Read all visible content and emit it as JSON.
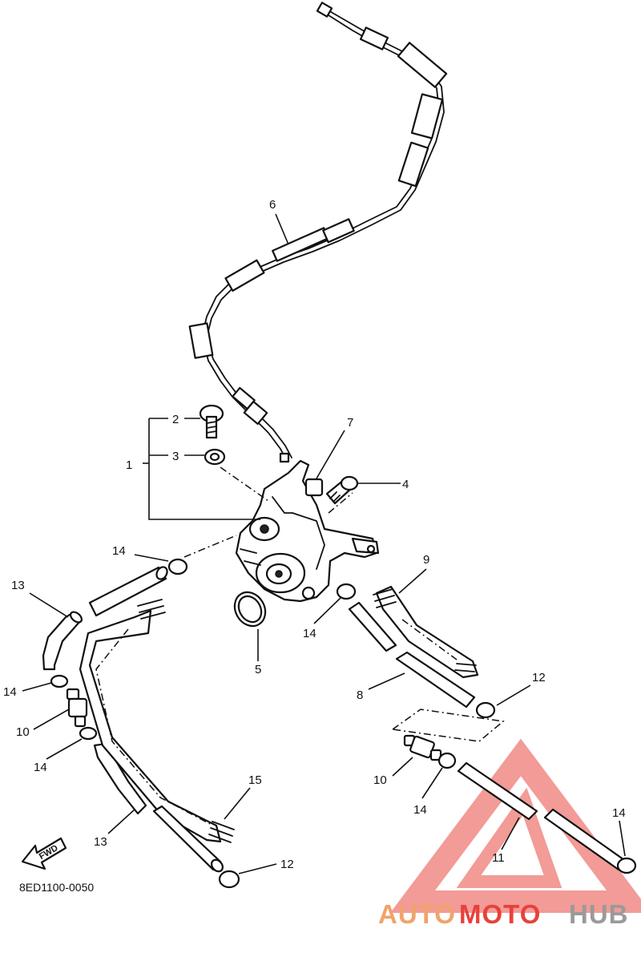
{
  "diagram_code": "8ED1100-0050",
  "fwd_label": "FWD",
  "watermark": {
    "auto": "AUTO",
    "moto": "MOTO",
    "hub": "HUB",
    "color_red": "#e8413b",
    "color_orange": "#f1a36a",
    "color_gray": "#9a9a9a"
  },
  "callouts": {
    "c1": "1",
    "c2": "2",
    "c3": "3",
    "c4": "4",
    "c5": "5",
    "c6": "6",
    "c7": "7",
    "c8": "8",
    "c9": "9",
    "c10a": "10",
    "c10b": "10",
    "c11": "11",
    "c12a": "12",
    "c12b": "12",
    "c13a": "13",
    "c13b": "13",
    "c14a": "14",
    "c14b": "14",
    "c14c": "14",
    "c14d": "14",
    "c14e": "14",
    "c14f": "14",
    "c15": "15"
  }
}
